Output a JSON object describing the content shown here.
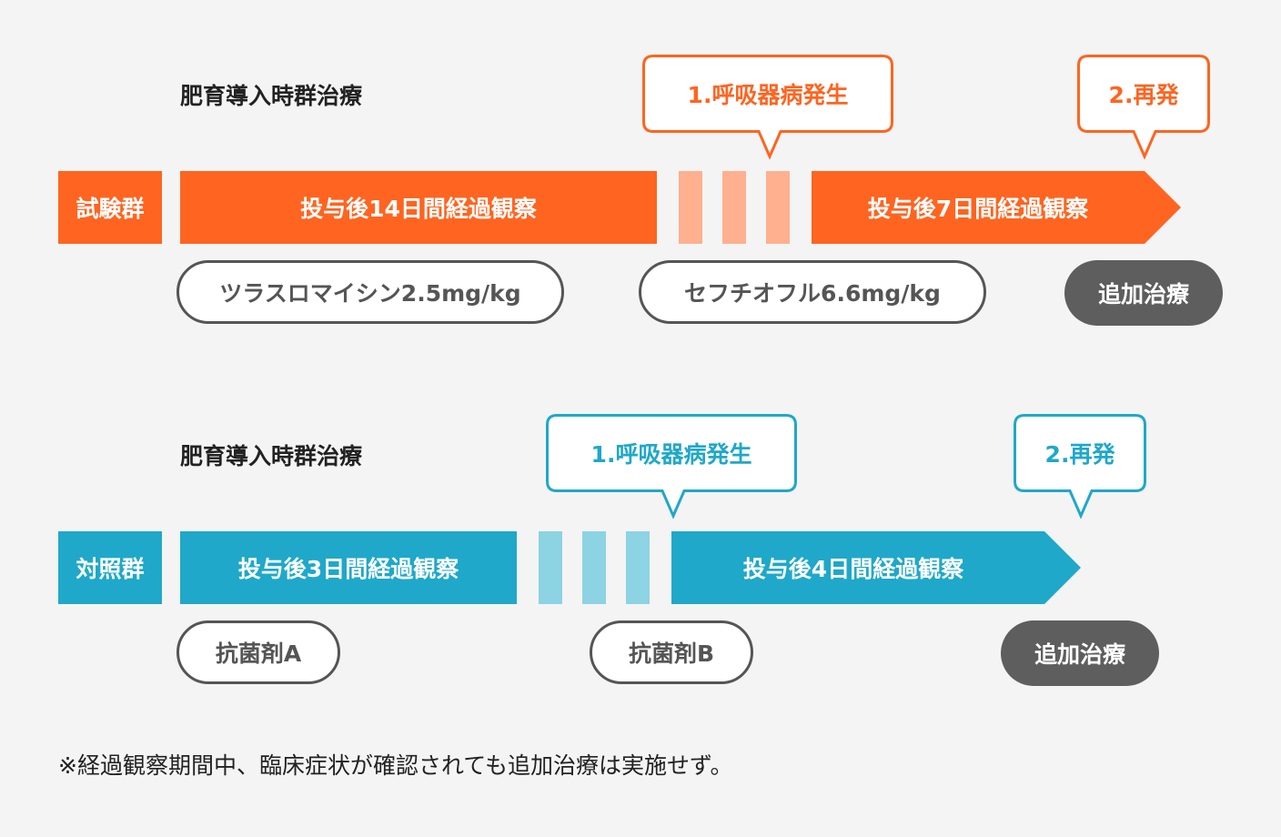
{
  "colors": {
    "orange": "#ff6420",
    "orange_light": "#ffb08e",
    "blue": "#1fa8c9",
    "blue_light": "#8cd3e3",
    "gray_dark": "#5e5e5e",
    "gray_border": "#555555"
  },
  "test_group": {
    "section_title": "肥育導入時群治療",
    "label": "試験群",
    "bar1": "投与後14日間経過観察",
    "bar2": "投与後7日間経過観察",
    "callout1": "1.呼吸器病発生",
    "callout2": "2.再発",
    "drug1": "ツラスロマイシン2.5mg/kg",
    "drug2": "セフチオフル6.6mg/kg",
    "extra": "追加治療"
  },
  "control_group": {
    "section_title": "肥育導入時群治療",
    "label": "対照群",
    "bar1": "投与後3日間経過観察",
    "bar2": "投与後4日間経過観察",
    "callout1": "1.呼吸器病発生",
    "callout2": "2.再発",
    "drug1": "抗菌剤A",
    "drug2": "抗菌剤B",
    "extra": "追加治療"
  },
  "footnote": "※経過観察期間中、臨床症状が確認されても追加治療は実施せず。"
}
